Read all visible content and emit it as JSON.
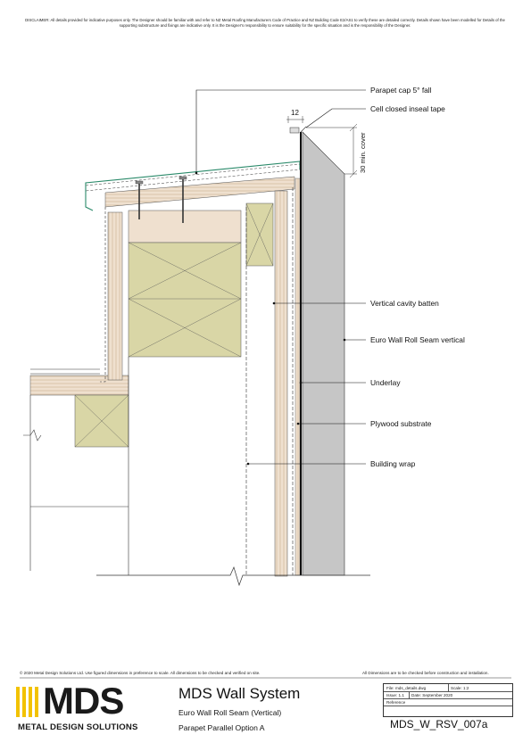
{
  "disclaimer": "DISCLAIMER: All details provided for indicative purposes only. The Designer should be familiar with and refer to NZ Metal Roofing Manufacturers Code of Practice and NZ Building Code E2/AS1 to verify these are detailed correctly. Details shown have been modelled for Details of the supporting substructure and fixings are indicative only. It is the Designer's responsibility to ensure suitability for the specific situation and is the responsibility of the Designer.",
  "callouts": {
    "parapet_cap": "Parapet cap 5° fall",
    "cell_tape": "Cell closed inseal tape",
    "cavity_batten": "Vertical cavity batten",
    "euro_wall": "Euro Wall Roll Seam vertical",
    "underlay": "Underlay",
    "plywood": "Plywood substrate",
    "building_wrap": "Building wrap"
  },
  "dimensions": {
    "width": "12",
    "cover": "30 min. cover"
  },
  "footer": {
    "copyright": "© 2020 Metal Design Solutions Ltd. Use figured dimensions in preference to scale. All dimensions to be checked and verified on site.",
    "dimensions_note": "All Dimensions are to be checked before construction and installation."
  },
  "logo": {
    "mark": "MDS",
    "name": "METAL DESIGN SOLUTIONS"
  },
  "title_block": {
    "title": "MDS Wall System",
    "subtitle": "Euro Wall Roll Seam (Vertical)",
    "detail": "Parapet Parallel Option A",
    "file_name": "File: mds_details.dwg",
    "scale": "Scale: 1:2",
    "issue": "Issue: 1.1",
    "date": "Date: September 2020",
    "reference": "Reference",
    "drawing_number": "MDS_W_RSV_007a"
  },
  "colors": {
    "timber_fill": "#efe0cf",
    "framing_fill": "#d9d6a6",
    "cladding_fill": "#c6c6c6",
    "flashing": "#2a8a6a",
    "logo_yellow": "#f2c200"
  }
}
